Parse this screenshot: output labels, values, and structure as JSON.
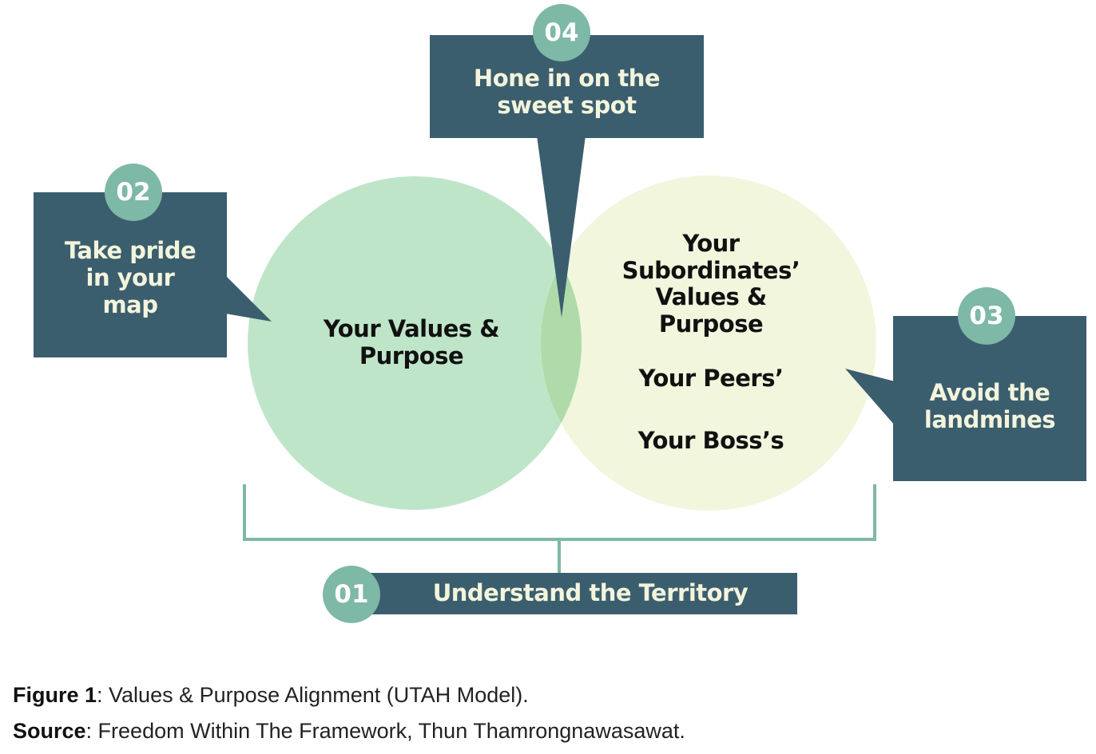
{
  "circles": {
    "left": {
      "label_line1": "Your Values &",
      "label_line2": "Purpose",
      "color": "#bfe5c9"
    },
    "right": {
      "label_line1": "Your",
      "label_line2": "Subordinates’",
      "label_line3": "Values &",
      "label_line4": "Purpose",
      "peers": "Your Peers’",
      "boss": "Your Boss’s",
      "color": "#f1f6dd"
    },
    "overlap_color": "#aedba9"
  },
  "steps": [
    {
      "number": "01",
      "text": "Understand the Territory"
    },
    {
      "number": "02",
      "line1": "Take pride",
      "line2": "in your",
      "line3": "map"
    },
    {
      "number": "03",
      "line1": "Avoid the",
      "line2": "landmines"
    },
    {
      "number": "04",
      "line1": "Hone in on the",
      "line2": "sweet spot"
    }
  ],
  "colors": {
    "box": "#3b5e6e",
    "badge": "#7eb8a6",
    "bracket": "#7eb8a6"
  },
  "caption": {
    "figure_label": "Figure 1",
    "figure_text": ":  Values & Purpose Alignment (UTAH Model).",
    "source_label": "Source",
    "source_text": ":  Freedom Within The Framework, Thun Thamrongnawasawat."
  }
}
